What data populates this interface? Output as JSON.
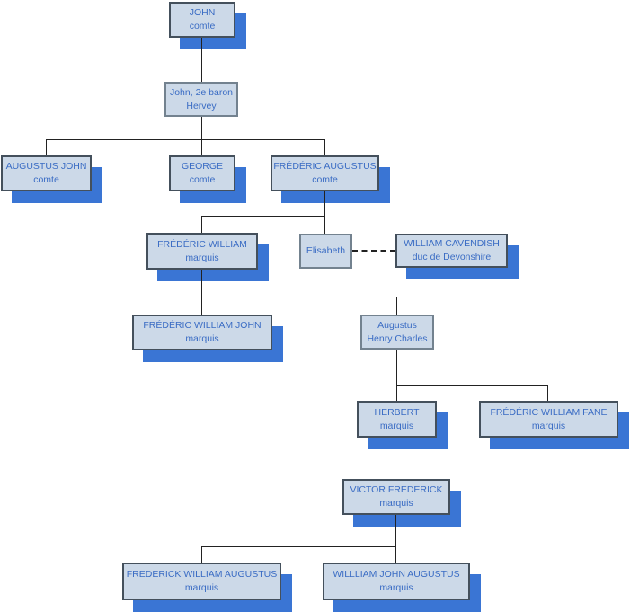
{
  "diagram": {
    "type": "family-tree-org-chart",
    "colors": {
      "box_fill": "#ccd9e8",
      "box_border": "#44505c",
      "plain_border": "#73828f",
      "shadow": "#3a75d4",
      "text_color": "#3a6cc4",
      "line": "#222222",
      "background": "#ffffff"
    },
    "nodes": [
      {
        "id": "john",
        "line1": "JOHN",
        "line2": "comte"
      },
      {
        "id": "john-2e-baron-hervey",
        "line1": "John, 2e baron",
        "line2": "Hervey"
      },
      {
        "id": "augustus-john",
        "line1": "AUGUSTUS JOHN",
        "line2": "comte"
      },
      {
        "id": "george",
        "line1": "GEORGE",
        "line2": "comte"
      },
      {
        "id": "frederic-augustus",
        "line1": "FRÉDÉRIC AUGUSTUS",
        "line2": "comte"
      },
      {
        "id": "frederic-william",
        "line1": "FRÉDÉRIC WILLIAM",
        "line2": "marquis"
      },
      {
        "id": "elisabeth",
        "line1": "Elisabeth",
        "line2": ""
      },
      {
        "id": "william-cavendish",
        "line1": "WILLIAM CAVENDISH",
        "line2": "duc de Devonshire"
      },
      {
        "id": "frederic-william-john",
        "line1": "FRÉDÉRIC WILLIAM JOHN",
        "line2": "marquis"
      },
      {
        "id": "augustus-henry-charles",
        "line1": "Augustus",
        "line2": "Henry Charles"
      },
      {
        "id": "herbert",
        "line1": "HERBERT",
        "line2": "marquis"
      },
      {
        "id": "frederic-william-fane",
        "line1": "FRÉDÉRIC WILLIAM FANE",
        "line2": "marquis"
      },
      {
        "id": "victor-frederick",
        "line1": "VICTOR FREDERICK",
        "line2": "marquis"
      },
      {
        "id": "frederick-william-augustus",
        "line1": "FREDERICK WILLIAM AUGUSTUS",
        "line2": "marquis"
      },
      {
        "id": "willliam-john-augustus",
        "line1": "WILLLIAM JOHN AUGUSTUS",
        "line2": "marquis"
      }
    ],
    "edges": [
      {
        "from": "john",
        "to": "john-2e-baron-hervey",
        "style": "solid"
      },
      {
        "from": "john-2e-baron-hervey",
        "to": "augustus-john",
        "style": "solid"
      },
      {
        "from": "john-2e-baron-hervey",
        "to": "george",
        "style": "solid"
      },
      {
        "from": "john-2e-baron-hervey",
        "to": "frederic-augustus",
        "style": "solid"
      },
      {
        "from": "frederic-augustus",
        "to": "frederic-william",
        "style": "solid"
      },
      {
        "from": "frederic-augustus",
        "to": "elisabeth",
        "style": "solid"
      },
      {
        "from": "elisabeth",
        "to": "william-cavendish",
        "style": "dashed-marriage"
      },
      {
        "from": "frederic-william",
        "to": "frederic-william-john",
        "style": "solid"
      },
      {
        "from": "frederic-william",
        "to": "augustus-henry-charles",
        "style": "solid"
      },
      {
        "from": "augustus-henry-charles",
        "to": "herbert",
        "style": "solid"
      },
      {
        "from": "augustus-henry-charles",
        "to": "frederic-william-fane",
        "style": "solid"
      },
      {
        "from": "victor-frederick",
        "to": "frederick-william-augustus",
        "style": "solid"
      },
      {
        "from": "victor-frederick",
        "to": "willliam-john-augustus",
        "style": "solid"
      }
    ]
  }
}
